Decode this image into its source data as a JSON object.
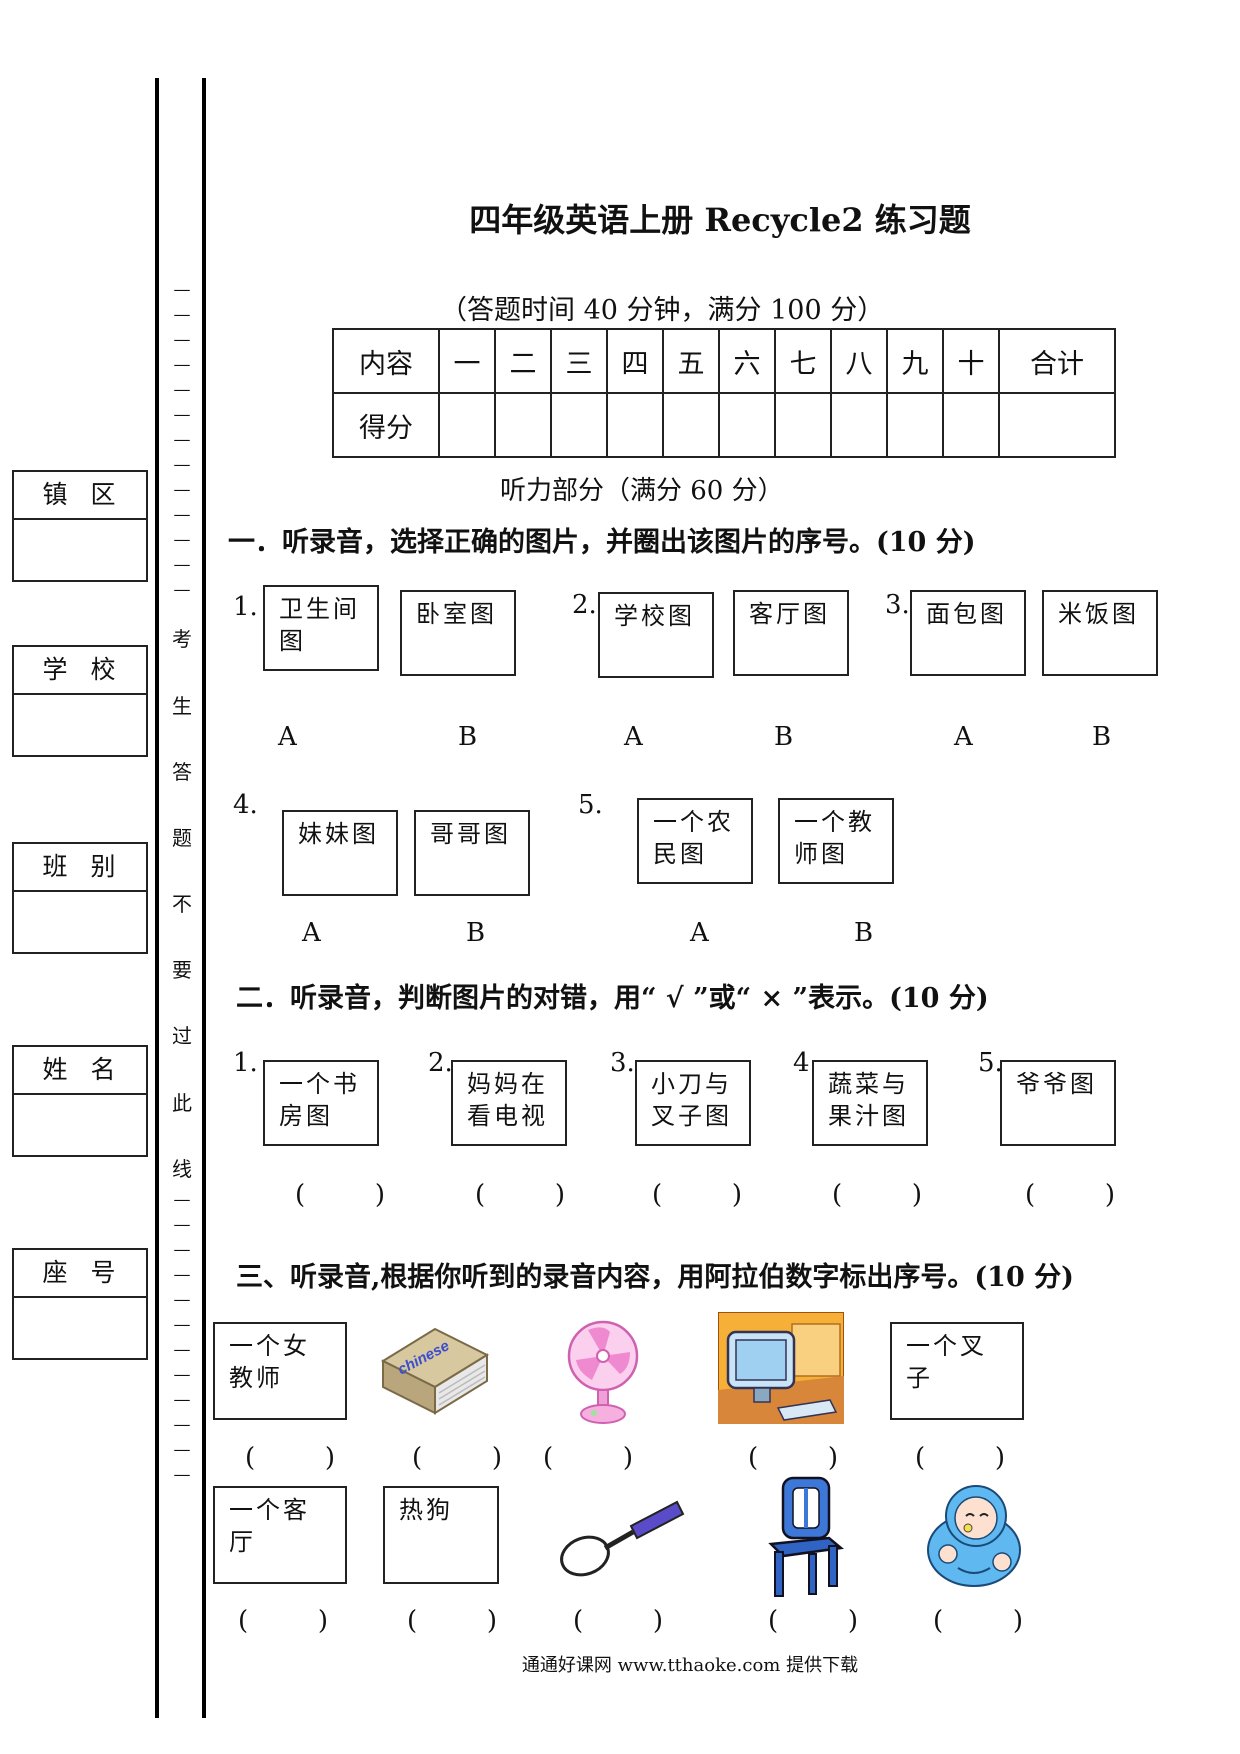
{
  "sidebar": {
    "boxes": [
      {
        "c1": "镇",
        "c2": "区"
      },
      {
        "c1": "学",
        "c2": "校"
      },
      {
        "c1": "班",
        "c2": "别"
      },
      {
        "c1": "姓",
        "c2": "名"
      },
      {
        "c1": "座",
        "c2": "号"
      }
    ],
    "seal_chars": [
      "考",
      "生",
      "答",
      "题",
      "不",
      "要",
      "过",
      "此",
      "线"
    ]
  },
  "title": "四年级英语上册 Recycle2 练习题",
  "subtitle": "（答题时间 40 分钟，满分 100 分）",
  "score_table": {
    "row1": [
      "内容",
      "一",
      "二",
      "三",
      "四",
      "五",
      "六",
      "七",
      "八",
      "九",
      "十",
      "合计"
    ],
    "row2_label": "得分"
  },
  "listening_header": "听力部分（满分 60 分）",
  "section1": {
    "title": "一．听录音，选择正确的图片，并圈出该图片的序号。(10 分)",
    "items": [
      {
        "num": "1.",
        "a": "卫生间图",
        "b": "卧室图"
      },
      {
        "num": "2.",
        "a": "学校图",
        "b": "客厅图"
      },
      {
        "num": "3.",
        "a": "面包图",
        "b": "米饭图"
      },
      {
        "num": "4.",
        "a": "妹妹图",
        "b": "哥哥图"
      },
      {
        "num": "5.",
        "a": "一个农民图",
        "b": "一个教师图"
      }
    ],
    "label_a": "A",
    "label_b": "B"
  },
  "section2": {
    "title": "二．听录音，判断图片的对错，用“ √ ”或“ × ”表示。(10 分)",
    "items": [
      {
        "num": "1.",
        "text": "一个书房图"
      },
      {
        "num": "2.",
        "text": "妈妈在看电视"
      },
      {
        "num": "3.",
        "text": "小刀与叉子图"
      },
      {
        "num": "4.",
        "text": "蔬菜与果汁图"
      },
      {
        "num": "5.",
        "text": "爷爷图"
      }
    ]
  },
  "section3": {
    "title": "三、听录音,根据你听到的录音内容，用阿拉伯数字标出序号。(10 分)",
    "boxes": [
      "一个女教师",
      "一个叉子",
      "一个客厅",
      "热狗"
    ],
    "book_label": "chinese"
  },
  "paren": {
    "open": "(",
    "close": ")"
  },
  "footer": "通通好课网 www.tthaoke.com 提供下载"
}
